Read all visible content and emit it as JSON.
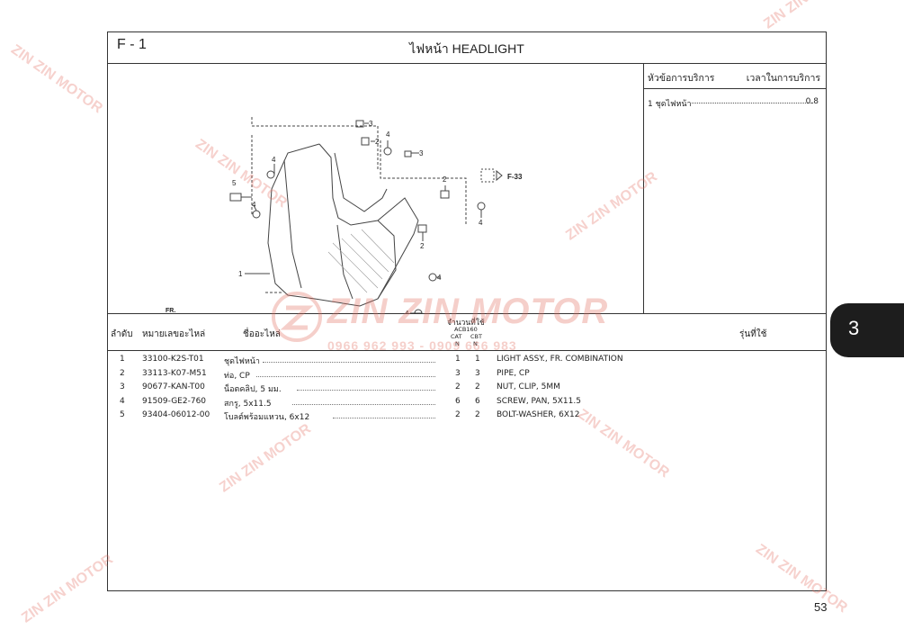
{
  "section_code": "F - 1",
  "title": "ไฟหน้า  HEADLIGHT",
  "service": {
    "col1": "หัวข้อการบริการ",
    "col2": "เวลาในการบริการ",
    "items": [
      {
        "name": "1 ชุดไฟหน้า",
        "time": "0.8"
      }
    ]
  },
  "diagram": {
    "callouts": [
      "1",
      "2",
      "2",
      "2",
      "3",
      "3",
      "4",
      "4",
      "4",
      "4",
      "4",
      "4",
      "5"
    ],
    "ref": "F-33",
    "direction": "FR."
  },
  "parts_header": {
    "no": "ลำดับ",
    "part_no": "หมายเลขอะไหล่",
    "name": "ชื่ออะไหล่",
    "qty": "จำนวนที่ใช้",
    "model_code": "ACB160",
    "cat": "CAT",
    "cbt": "CBT",
    "sub": "N",
    "models": "รุ่นที่ใช้"
  },
  "parts": [
    {
      "no": "1",
      "part_no": "33100-K2S-T01",
      "name_th": "ชุดไฟหน้า",
      "cat": "1",
      "cbt": "1",
      "name_en": "LIGHT ASSY., FR. COMBINATION"
    },
    {
      "no": "2",
      "part_no": "33113-K07-M51",
      "name_th": "ท่อ, CP",
      "cat": "3",
      "cbt": "3",
      "name_en": "PIPE, CP"
    },
    {
      "no": "3",
      "part_no": "90677-KAN-T00",
      "name_th": "น็อตคลิป, 5 มม.",
      "cat": "2",
      "cbt": "2",
      "name_en": "NUT, CLIP, 5MM"
    },
    {
      "no": "4",
      "part_no": "91509-GE2-760",
      "name_th": "สกรู, 5x11.5",
      "cat": "6",
      "cbt": "6",
      "name_en": "SCREW, PAN, 5X11.5"
    },
    {
      "no": "5",
      "part_no": "93404-06012-00",
      "name_th": "โบลต์พร้อมแหวน, 6x12",
      "cat": "2",
      "cbt": "2",
      "name_en": "BOLT-WASHER, 6X12"
    }
  ],
  "page_number": "53",
  "chapter_tab": "3",
  "watermark": {
    "brand": "ZIN ZIN MOTOR",
    "phones": "0966 962 993 - 0909 666 983",
    "brand_color": "#e26b5e"
  }
}
